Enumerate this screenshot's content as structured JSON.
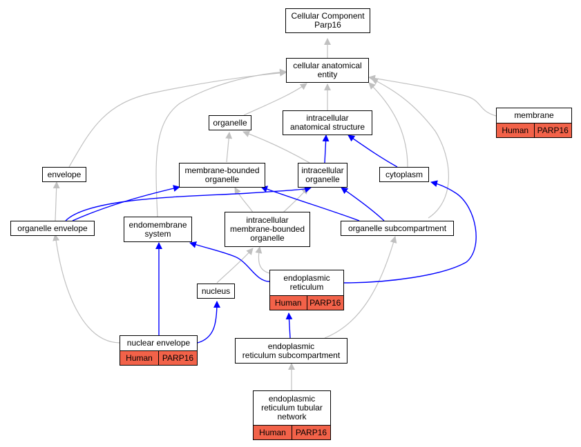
{
  "nodes": {
    "root": "Cellular Component\nParp16",
    "cae": "cellular anatomical\nentity",
    "organelle": "organelle",
    "ias": "intracellular\nanatomical structure",
    "membrane": "membrane",
    "envelope": "envelope",
    "mbo": "membrane-bounded\norganelle",
    "io": "intracellular\norganelle",
    "cytoplasm": "cytoplasm",
    "oe": "organelle envelope",
    "ems": "endomembrane\nsystem",
    "imbo": "intracellular\nmembrane-bounded\norganelle",
    "osc": "organelle subcompartment",
    "nucleus": "nucleus",
    "er": "endoplasmic\nreticulum",
    "ne": "nuclear envelope",
    "ersc": "endoplasmic\nreticulum subcompartment",
    "ertn": "endoplasmic\nreticulum tubular\nnetwork"
  },
  "annotation": {
    "species": "Human",
    "gene": "PARP16"
  },
  "colors": {
    "is_a": "#c0c0c0",
    "part_of": "#0000ff",
    "annotated": "#f26249"
  }
}
